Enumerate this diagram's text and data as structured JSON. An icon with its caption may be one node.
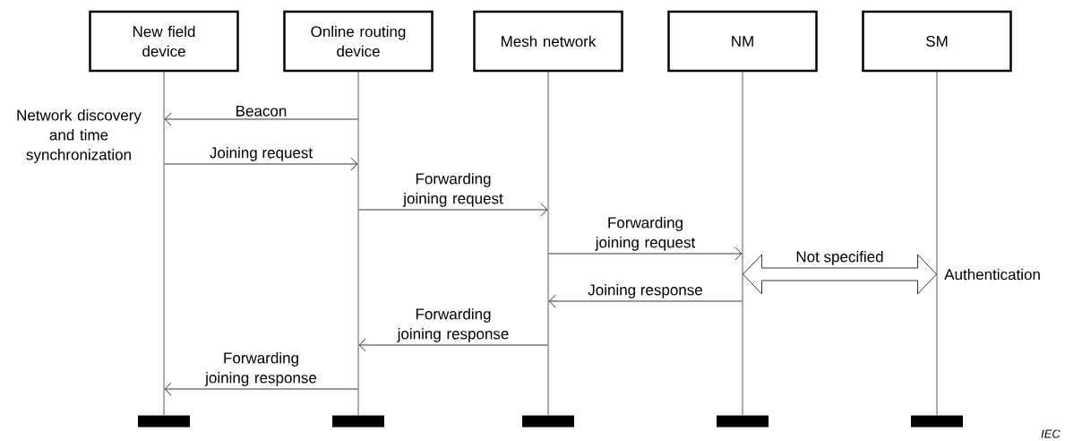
{
  "diagram": {
    "nodes": [
      {
        "text": [
          "New field device"
        ]
      },
      {
        "text": [
          "Online routing device"
        ]
      },
      {
        "text": [
          "Mesh network"
        ]
      },
      {
        "text": [
          "NM"
        ]
      },
      {
        "text": [
          "SM"
        ]
      },
      {
        "text": [],
        "shape": "line"
      },
      {
        "text": [],
        "shape": "line"
      },
      {
        "text": [],
        "shape": "line"
      },
      {
        "text": [],
        "shape": "line"
      },
      {
        "text": [],
        "shape": "line"
      },
      {
        "text": [],
        "shape": "bar"
      },
      {
        "text": [],
        "shape": "bar"
      },
      {
        "text": [],
        "shape": "bar"
      },
      {
        "text": [],
        "shape": "bar"
      },
      {
        "text": [],
        "shape": "bar"
      }
    ],
    "edges": [
      {
        "from": 6,
        "to": 5,
        "arrow": "to",
        "label": "Beacon"
      },
      {
        "from": 5,
        "to": 6,
        "arrow": "to",
        "label": "Joining request"
      },
      {
        "from": 6,
        "to": 7,
        "arrow": "to",
        "label": "Forwarding joining request"
      },
      {
        "from": 7,
        "to": 8,
        "arrow": "to",
        "label": "Forwarding joining request"
      },
      {
        "from": 8,
        "to": 9,
        "arrow": "both",
        "label": "Not specified"
      },
      {
        "from": 8,
        "to": 7,
        "arrow": "to",
        "label": "Joining response"
      },
      {
        "from": 7,
        "to": 6,
        "arrow": "to",
        "label": "Forwarding joining response"
      },
      {
        "from": 6,
        "to": 5,
        "arrow": "to",
        "label": "Forwarding joining response"
      }
    ],
    "labels": [
      "Network discovery and time synchronization",
      "Authentication",
      "IEC"
    ]
  }
}
